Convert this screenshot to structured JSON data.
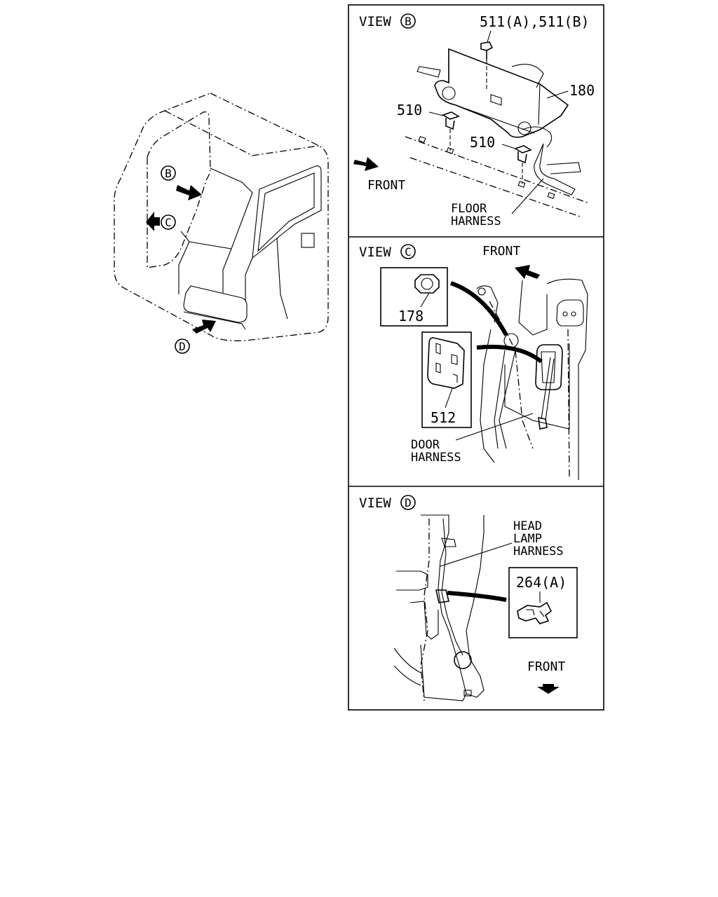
{
  "cab_overview": {
    "callout_b": "B",
    "callout_c": "C",
    "callout_d": "D"
  },
  "view_b": {
    "title_prefix": "VIEW",
    "title_letter": "B",
    "part_511": "511(A),511(B)",
    "part_180": "180",
    "part_510_left": "510",
    "part_510_right": "510",
    "front_label": "FRONT",
    "floor_harness_line1": "FLOOR",
    "floor_harness_line2": "HARNESS"
  },
  "view_c": {
    "title_prefix": "VIEW",
    "title_letter": "C",
    "front_label": "FRONT",
    "part_178": "178",
    "part_512": "512",
    "door_harness_line1": "DOOR",
    "door_harness_line2": "HARNESS"
  },
  "view_d": {
    "title_prefix": "VIEW",
    "title_letter": "D",
    "head_lamp_line1": "HEAD",
    "head_lamp_line2": "LAMP",
    "head_lamp_line3": "HARNESS",
    "part_264": "264(A)",
    "front_label": "FRONT"
  }
}
